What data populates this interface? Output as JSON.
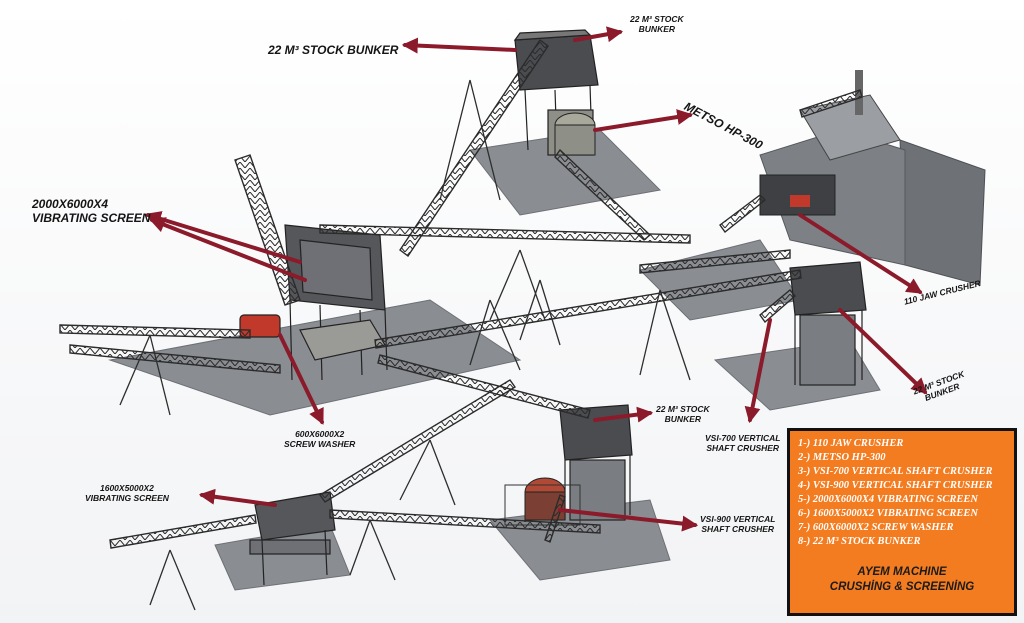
{
  "labels": {
    "bunker_top_left": "22 M³ STOCK BUNKER",
    "bunker_top_right": [
      "22 M³ STOCK",
      "BUNKER"
    ],
    "metso": "METSO HP-300",
    "vib_screen_large": [
      "2000X6000X4",
      "VIBRATING SCREEN"
    ],
    "jaw_crusher": "110 JAW CRUSHER",
    "bunker_right": [
      "22 M³ STOCK",
      "BUNKER"
    ],
    "screw_washer": [
      "600X6000X2",
      "SCREW WASHER"
    ],
    "bunker_mid": [
      "22 M³ STOCK",
      "BUNKER"
    ],
    "vsi700": [
      "VSI-700 VERTICAL",
      "SHAFT CRUSHER"
    ],
    "vib_screen_small": [
      "1600X5000X2",
      "VIBRATING SCREEN"
    ],
    "vsi900": [
      "VSI-900 VERTICAL",
      "SHAFT CRUSHER"
    ]
  },
  "legend": {
    "items": [
      "1-) 110 JAW CRUSHER",
      "2-) METSO HP-300",
      "3-) VSI-700 VERTICAL SHAFT CRUSHER",
      "4-) VSI-900 VERTICAL SHAFT CRUSHER",
      "5-) 2000X6000X4 VIBRATING SCREEN",
      "6-) 1600X5000X2 VIBRATING SCREEN",
      "7-) 600X6000X2 SCREW WASHER",
      "8-) 22 M³ STOCK BUNKER"
    ],
    "brand": [
      "AYEM MACHINE",
      "CRUSHİNG & SCREENİNG"
    ]
  },
  "colors": {
    "arrow": "#8b1a2b",
    "legend_bg": "#f47c20",
    "legend_text": "#ffffff",
    "steel": "#3a3a3a",
    "concrete": "#8a8d91",
    "motor": "#c0392b"
  }
}
